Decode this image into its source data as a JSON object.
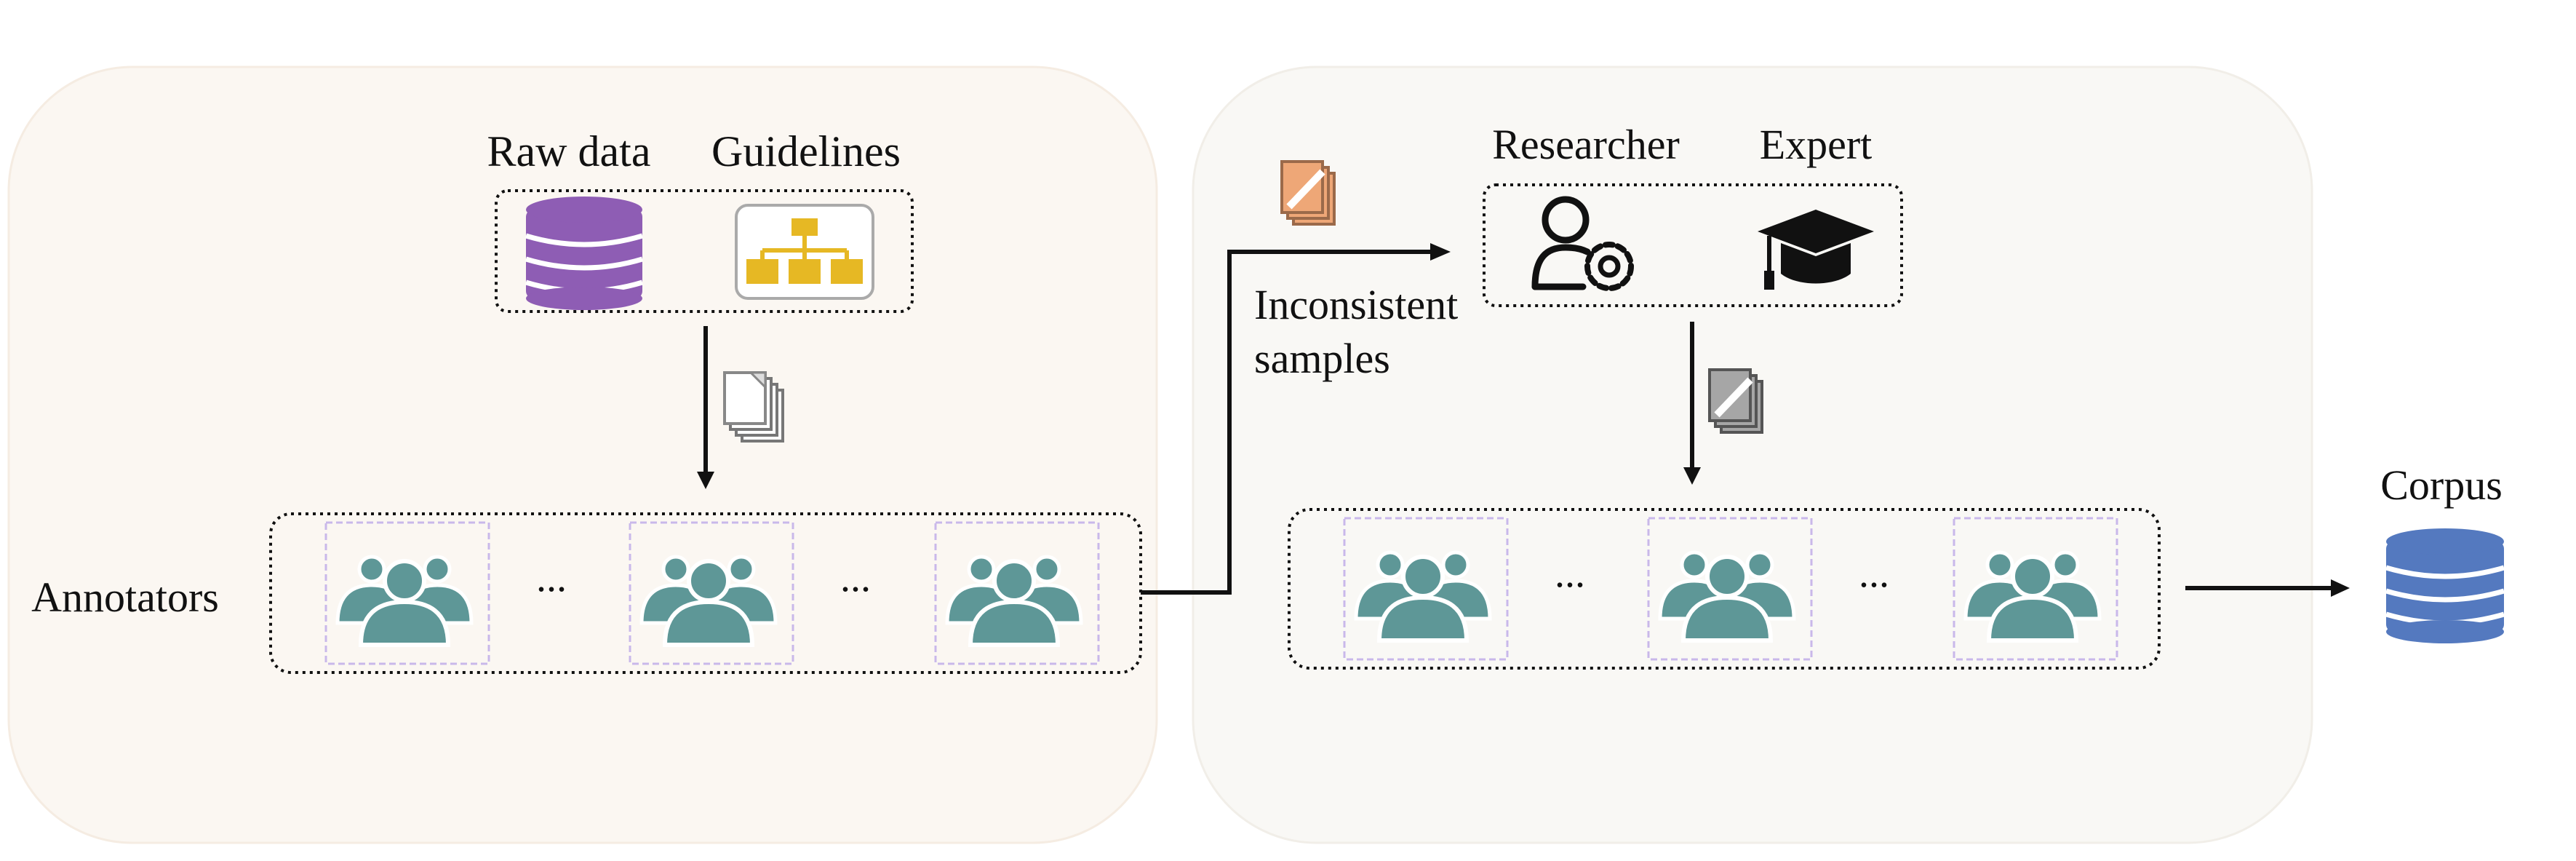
{
  "labels": {
    "raw_data": "Raw data",
    "guidelines": "Guidelines",
    "researcher": "Researcher",
    "expert": "Expert",
    "annotators": "Annotators",
    "inconsistent_line1": "Inconsistent",
    "inconsistent_line2": "samples",
    "corpus": "Corpus",
    "ellipsis": "..."
  },
  "colors": {
    "panel_left": "#fbf7f2",
    "panel_right": "#f9f8f5",
    "annotator": "#5e9797",
    "raw_data_db": "#8e5db4",
    "guidelines_chart": "#e6b824",
    "corpus_db": "#5479bf",
    "doc_orange": "#eea777",
    "doc_gray": "#a6a6a6"
  },
  "icons": [
    "database-icon",
    "org-chart-icon",
    "researcher-icon",
    "graduation-cap-icon",
    "document-stack-icon",
    "annotator-group-icon"
  ]
}
